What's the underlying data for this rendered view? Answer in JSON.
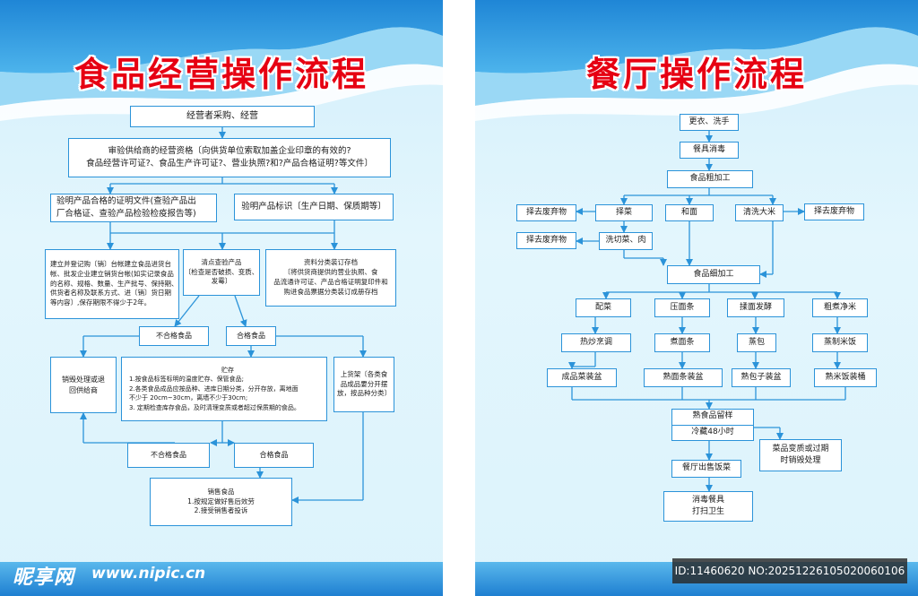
{
  "left": {
    "title": "食品经营操作流程",
    "n1": "经营者采购、经营",
    "n2": [
      "审验供给商的经营资格〔向供货单位索取加盖企业印章的有效的?",
      "食品经营许可证?、食品生产许可证?、营业执照?和?产品合格证明?等文件〕"
    ],
    "n3a": [
      "验明产品合格的证明文件(查验产品出",
      "厂合格证、查验产品检验检疫报告等)"
    ],
    "n3b": "验明产品标识〔生产日期、保质期等〕",
    "n4a": [
      "建立并登记购〔销〕台帐建立食品进货台",
      "帐、批发企业建立销货台帐(如实记录食品",
      "的名称、规格、数量、生产批号、保持期、",
      "供货者名称及联系方式、进〔销〕货日期",
      "等内容〕,保存期限不得少于2年。"
    ],
    "n4b": [
      "清点查验产品",
      "〔检查是否破损、变质、",
      "发霉〕"
    ],
    "n4c": [
      "资料分类装订存档",
      "〔将供货商提供的营业执照、食",
      "品流通许可证、产品合格证明复印件和",
      "购进食品票据分类装订成册存档"
    ],
    "unq1": "不合格食品",
    "q1": "合格食品",
    "dispose": [
      "销毁处理或退",
      "回供给商"
    ],
    "storage": [
      "贮存",
      "1.按食品标签标明的温度贮存、保管食品;",
      "2.各类食品成品应按品种、进库日期分类，分开存放，离地面",
      "不少于 20cm~30cm，离墙不少于30cm;",
      "3. 定期检查库存食品，及时清理变质或者超过保质期的食品。"
    ],
    "shelf": [
      "上货架〔各类食",
      "品成品要分开摆",
      "放，按品种分类〕"
    ],
    "unq2": "不合格食品",
    "q2": "合格食品",
    "sale": [
      "销售食品",
      "1.按规定做好售后效劳",
      "2.接受销售者投诉"
    ]
  },
  "right": {
    "title": "餐厅操作流程",
    "r1": "更衣、洗手",
    "r2": "餐具消毒",
    "r3": "食品粗加工",
    "wasteA": "择去废弃物",
    "veg": "择菜",
    "dough": "和面",
    "rice": "清洗大米",
    "wasteB": "择去废弃物",
    "wasteC": "择去废弃物",
    "cut": "洗切菜、肉",
    "fine": "食品细加工",
    "c1": [
      "配菜",
      "热炒烹调",
      "成品菜装盆"
    ],
    "c2": [
      "压面条",
      "煮面条",
      "熟面条装盆"
    ],
    "c3": [
      "揉面发酵",
      "蒸包",
      "熟包子装盆"
    ],
    "c4": [
      "粗煮净米",
      "蒸制米饭",
      "熟米饭装桶"
    ],
    "sample1": "熟食品留样",
    "sample2": "冷藏48小时",
    "spoil": [
      "菜品变质或过期",
      "时销毁处理"
    ],
    "sell": "餐厅出售饭菜",
    "clean": [
      "消毒餐具",
      "打扫卫生"
    ]
  },
  "watermark": {
    "logo": "昵享网",
    "url": "www.nipic.cn",
    "id": "ID:11460620 NO:20251226105020060106"
  }
}
